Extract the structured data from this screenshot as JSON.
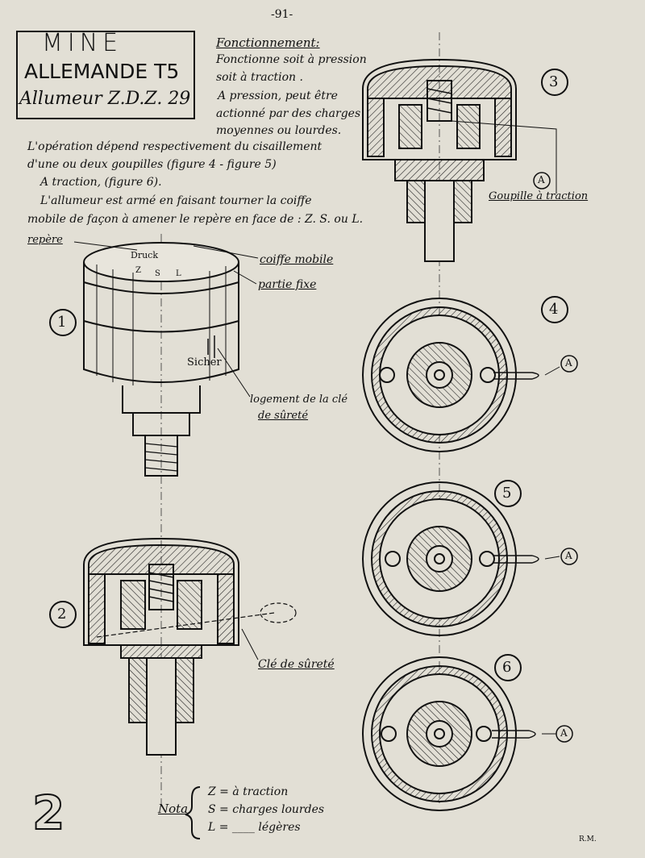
{
  "page_number": "-91-",
  "title": {
    "line1": "MINE",
    "line2": "ALLEMANDE T5",
    "line3": "Allumeur Z.D.Z. 29"
  },
  "description": {
    "heading": "Fonctionnement:",
    "lines": [
      "Fonctionne soit à pression",
      "soit à traction .",
      "A pression, peut être",
      "actionné par des charges",
      "moyennes ou lourdes.",
      "L'opération dépend respectivement du cisaillement",
      "d'une ou deux goupilles (figure 4 - figure 5)",
      "A traction, (figure 6).",
      "L'allumeur est armé en faisant tourner la coiffe",
      "mobile de façon à amener le repère en face de : Z. S. ou L."
    ]
  },
  "labels": {
    "repere": "repère",
    "coiffe": "coiffe mobile",
    "partie_fixe": "partie fixe",
    "logement_1": "logement de la clé",
    "logement_2": "de sûreté",
    "goupille": "Goupille à traction",
    "cle": "Clé de sûreté",
    "druck": "Druck",
    "sicher": "Sicher",
    "z": "Z",
    "s": "S",
    "l": "L",
    "a": "A"
  },
  "figures": [
    "1",
    "2",
    "3",
    "4",
    "5",
    "6"
  ],
  "plate_number": "2",
  "nota": {
    "label": "Nota",
    "z": "Z = à traction",
    "s": "S = charges lourdes",
    "l": "L = ____ légères"
  },
  "signature": "R.M."
}
